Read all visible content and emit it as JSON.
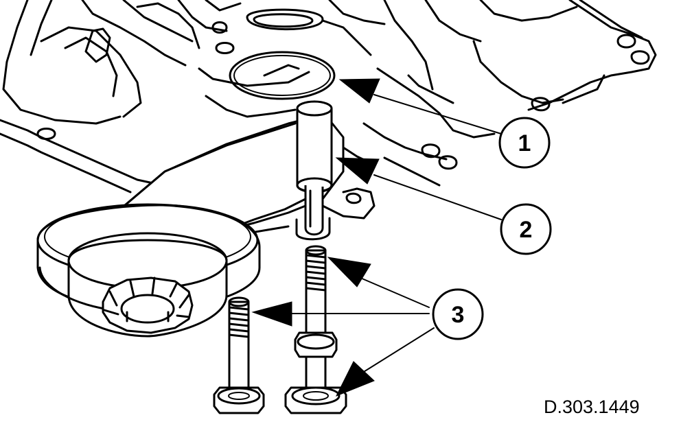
{
  "callouts": [
    {
      "number": "1"
    },
    {
      "number": "2"
    },
    {
      "number": "3"
    }
  ],
  "figure_reference": "D.303.1449"
}
